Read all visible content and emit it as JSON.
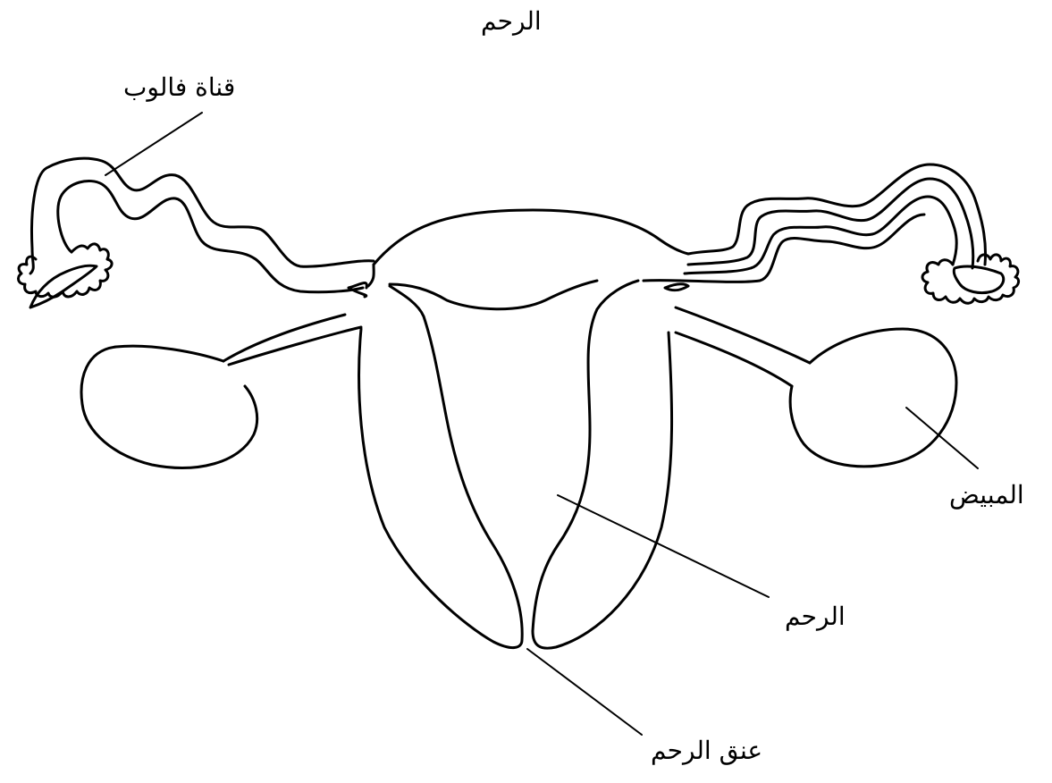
{
  "title": "الرحم",
  "labels": {
    "fallopian_tube": "قناة فالوب",
    "ovary": "المبيض",
    "uterus": "الرحم",
    "cervix": "عنق الرحم"
  },
  "colors": {
    "stroke": "#000000",
    "background": "#ffffff"
  }
}
